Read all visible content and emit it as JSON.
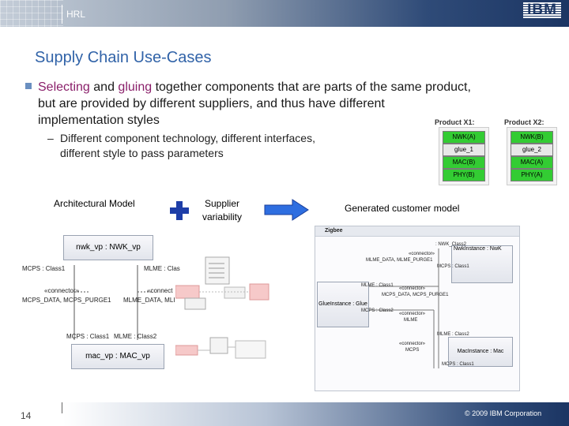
{
  "header": {
    "org": "HRL",
    "logo": "IBM"
  },
  "slide": {
    "title": "Supply Chain Use-Cases",
    "bullet": {
      "w1": "Selecting",
      "w2": " and ",
      "w3": "gluing",
      "rest1": " together components that are parts of the same product,",
      "line2": "but are provided by different suppliers, and thus have different",
      "line3": "implementation styles"
    },
    "sub": {
      "dash": "–",
      "line1": "Different component technology, different interfaces,",
      "line2": "different style to pass parameters"
    },
    "products": {
      "x1": {
        "label": "Product X1:",
        "items": [
          "NWK(A)",
          "glue_1",
          "MAC(B)",
          "PHY(B)"
        ]
      },
      "x2": {
        "label": "Product X2:",
        "items": [
          "NWK(B)",
          "glue_2",
          "MAC(A)",
          "PHY(A)"
        ]
      }
    },
    "labels": {
      "arch": "Architectural Model",
      "sup1": "Supplier",
      "sup2": "variability",
      "gen": "Generated customer model"
    },
    "arch_model": {
      "top": "nwk_vp : NWK_vp",
      "bottom": "mac_vp : MAC_vp",
      "mcps1": "MCPS : Class1",
      "mlme1": "MLME : Clas",
      "conn": "«connector»",
      "conn2": "«connect",
      "mcpsdata": "MCPS_DATA, MCPS_PURGE1",
      "mlmedata": "MLME_DATA, MLI",
      "mcps2": "MCPS : Class1",
      "mlme2": "MLME : Class2"
    },
    "gen_model": {
      "tab": "Zigbee",
      "nwk_box": ": NWK_Class2",
      "nwk_inst": "NwkInstance : NwK",
      "conn_a": "«connector»",
      "conn_a_val": "MLME_DATA, MLME_PURGE1",
      "mcps_c1": "MCPS : Class1",
      "glue": "GlueInstance : Glue",
      "mlme_c1": "MLME : Class1",
      "conn_b": "«connector»",
      "conn_b_val": "MCPS_DATA, MCPS_PURGE1",
      "mcps_c2": "MCPS : Class2",
      "conn_c": "«connector»",
      "conn_c_val": "MLME",
      "mlme_c2": "MLME : Class2",
      "conn_d": "«connector»",
      "conn_d_val": "MCPS",
      "mac": "MacInstance : Mac",
      "mcps_last": "MCPS : Class1"
    },
    "footer": {
      "page": "14",
      "copyright": "© 2009 IBM Corporation"
    }
  },
  "colors": {
    "title": "#3163a8",
    "keyword": "#8a1f6a",
    "green": "#33cc33",
    "blue": "#1e3ea8",
    "arrow": "#2e6ee0"
  }
}
